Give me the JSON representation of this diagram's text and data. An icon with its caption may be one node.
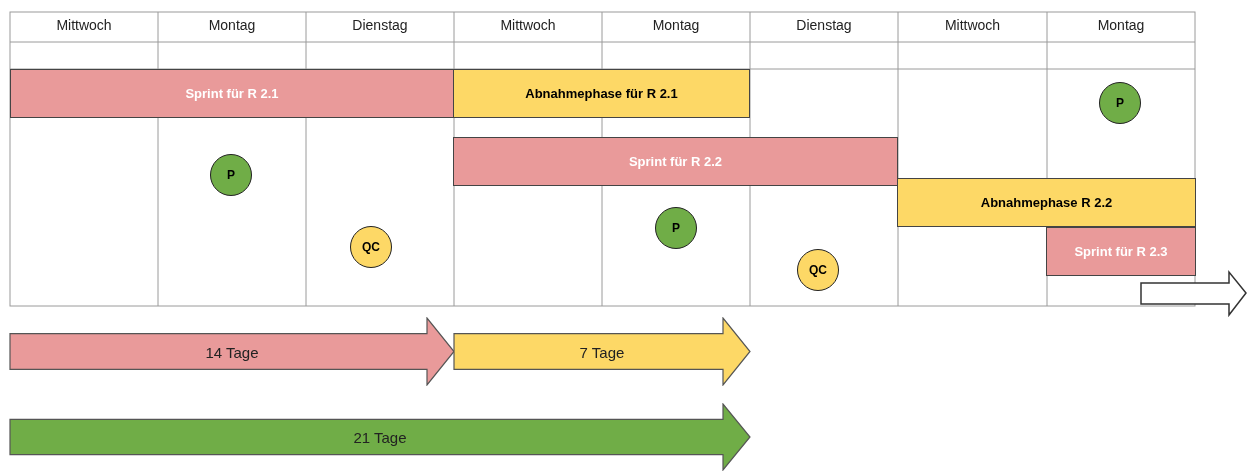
{
  "diagram": {
    "nodes": [
      {
        "text": [
          "Sprint für R 2.1"
        ]
      },
      {
        "text": [
          "Abnahmephase für R 2.1"
        ]
      },
      {
        "text": [
          "P"
        ]
      },
      {
        "text": [
          "Sprint für R 2.2"
        ]
      },
      {
        "text": [
          "P"
        ]
      },
      {
        "text": [
          "Abnahmephase R 2.2"
        ]
      },
      {
        "text": [
          "QC"
        ]
      },
      {
        "text": [
          "P"
        ]
      },
      {
        "text": [
          "Sprint für R 2.3"
        ]
      },
      {
        "text": [
          "QC"
        ]
      },
      {
        "text": [
          "14 Tage"
        ]
      },
      {
        "text": [
          "7 Tage"
        ]
      },
      {
        "text": [
          "21 Tage"
        ]
      }
    ],
    "labels": [
      "Mittwoch",
      "Montag",
      "Dienstag",
      "Mittwoch",
      "Montag",
      "Dienstag",
      "Mittwoch",
      "Montag"
    ]
  }
}
